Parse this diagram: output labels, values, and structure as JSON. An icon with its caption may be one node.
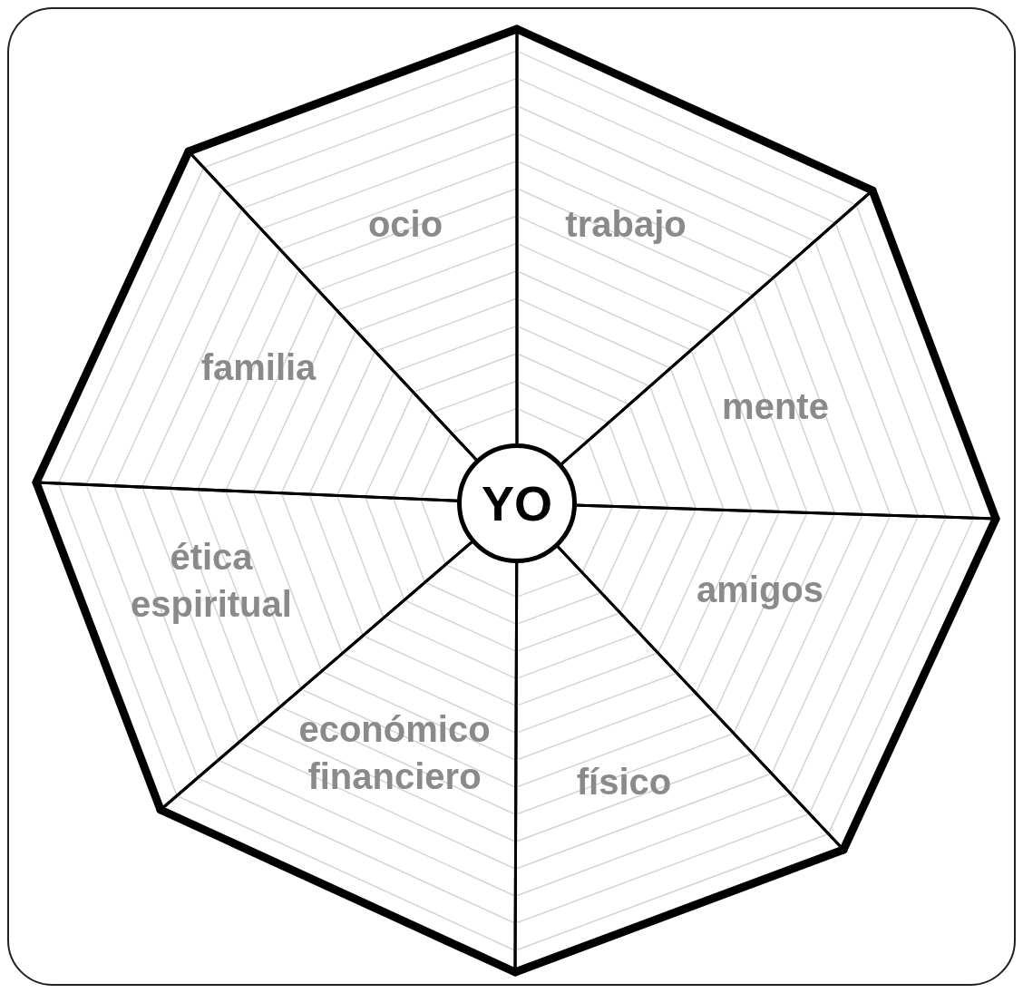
{
  "diagram": {
    "nodes": [
      {
        "text": [
          "YO"
        ]
      },
      {
        "text": [
          "ocio"
        ]
      },
      {
        "text": [
          "trabajo"
        ]
      },
      {
        "text": [
          "familia"
        ]
      },
      {
        "text": [
          "mente"
        ]
      },
      {
        "text": [
          "ética espiritual"
        ]
      },
      {
        "text": [
          "amigos"
        ]
      },
      {
        "text": [
          "económico financiero"
        ]
      },
      {
        "text": [
          "físico"
        ]
      }
    ]
  }
}
